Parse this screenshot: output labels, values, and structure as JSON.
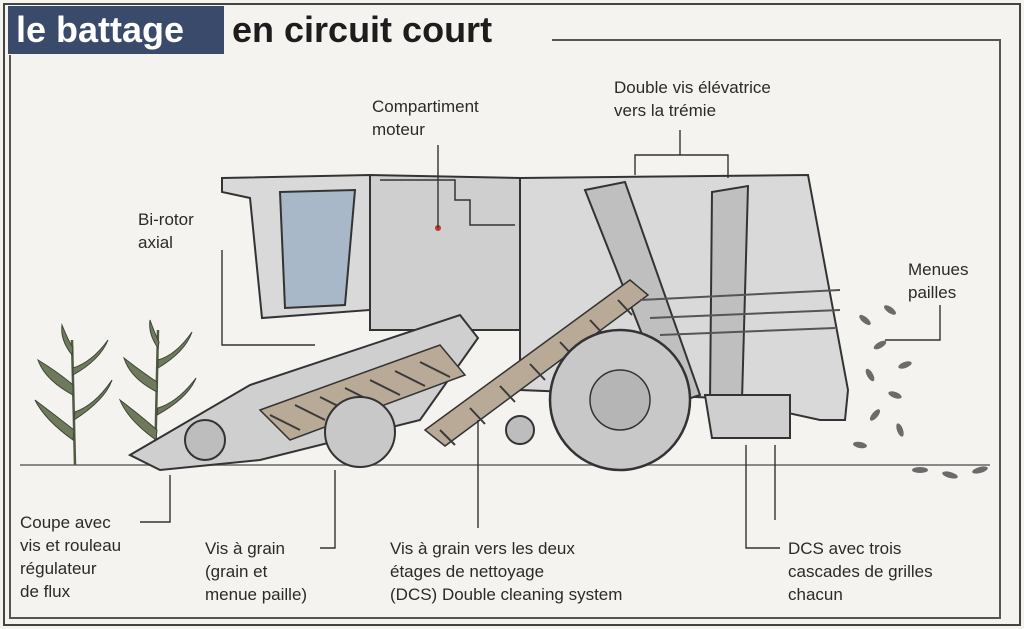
{
  "title": {
    "highlight": "le battage",
    "rest": "en circuit court"
  },
  "labels": {
    "compartiment": [
      "Compartiment",
      "moteur"
    ],
    "double_vis": [
      "Double vis élévatrice",
      "vers la trémie"
    ],
    "birotor": [
      "Bi-rotor",
      "axial"
    ],
    "menues": [
      "Menues",
      "pailles"
    ],
    "coupe": [
      "Coupe avec",
      "vis et rouleau",
      "régulateur",
      "de flux"
    ],
    "vis_grain": [
      "Vis à grain",
      "(grain et",
      "menue paille)"
    ],
    "vis_grain_deux": [
      "Vis à grain vers les deux",
      "étages de nettoyage",
      "(DCS) Double cleaning system"
    ],
    "dcs": [
      "DCS avec trois",
      "cascades de grilles",
      "chacun"
    ]
  },
  "colors": {
    "title_bg": "#3a4a6b",
    "background": "#f4f3ef",
    "machine": "#d9d9d9",
    "auger": "#b9aa98",
    "accent_dot": "#c0392b"
  }
}
